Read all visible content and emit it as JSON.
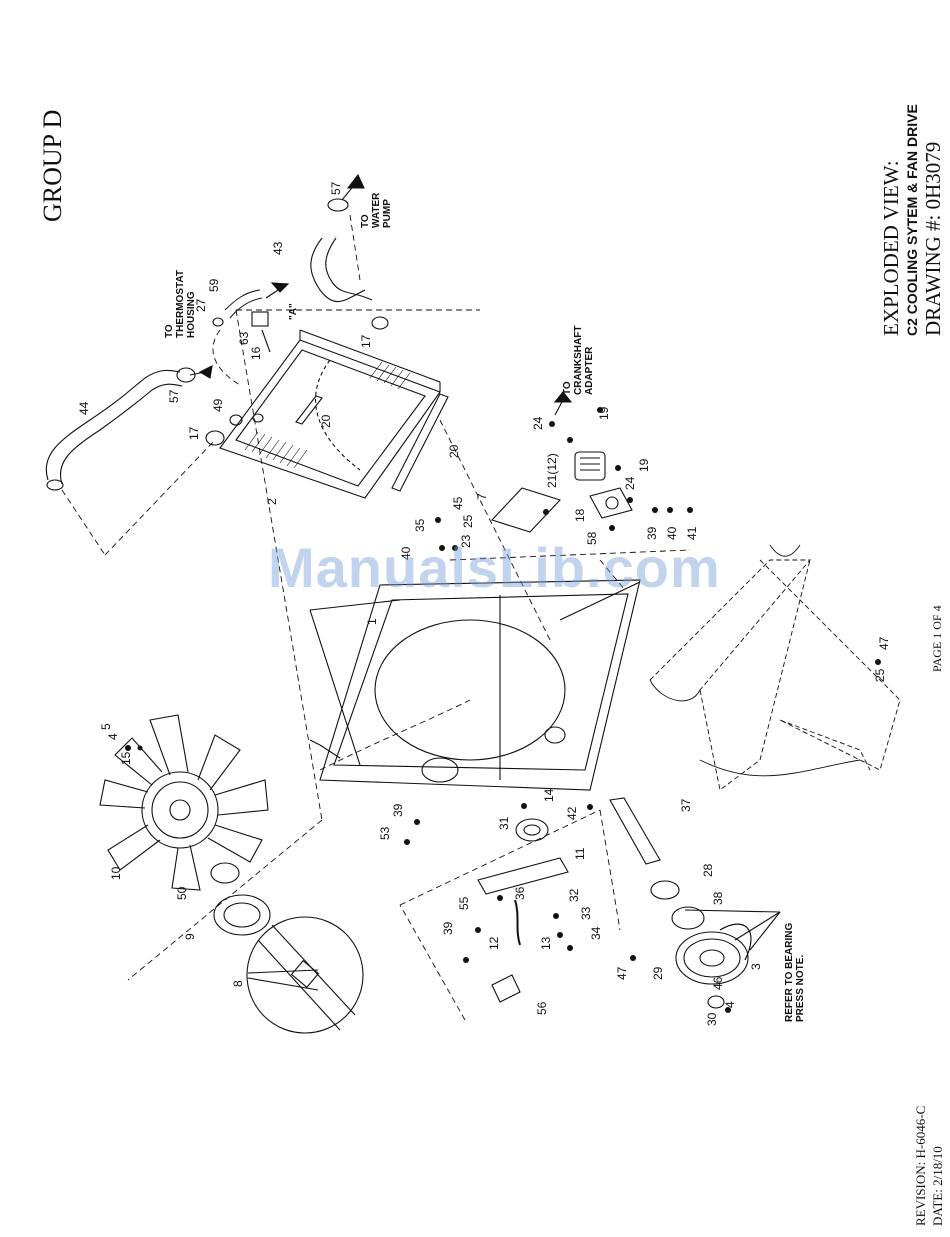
{
  "header": {
    "group": "GROUP D"
  },
  "title_block": {
    "line1": "EXPLODED VIEW:",
    "line2": "C2 COOLING SYTEM & FAN DRIVE",
    "line3": "DRAWING #: 0H3079"
  },
  "footer": {
    "page": "PAGE 1 OF 4",
    "revision": "REVISION: H-6046-C",
    "date": "DATE: 2/18/10"
  },
  "watermark": "ManualsLib.com",
  "callouts": {
    "to_water_pump": [
      "TO",
      "WATER",
      "PUMP"
    ],
    "to_thermostat": [
      "TO",
      "THERMOSTAT",
      "HOUSING"
    ],
    "to_crankshaft": [
      "TO",
      "CRANKSHAFT",
      "ADAPTER"
    ],
    "detail_a": "\"A\"",
    "bearing_note": [
      "REFER TO BEARING",
      "PRESS NOTE."
    ]
  },
  "part_numbers": [
    "57",
    "43",
    "59",
    "27",
    "63",
    "16",
    "17",
    "44",
    "57",
    "49",
    "17",
    "20",
    "20",
    "2",
    "24",
    "19",
    "21(12)",
    "19",
    "24",
    "18",
    "58",
    "39",
    "40",
    "41",
    "7",
    "45",
    "35",
    "25",
    "23",
    "40",
    "1",
    "25",
    "47",
    "5",
    "4",
    "15",
    "10",
    "50",
    "9",
    "8",
    "39",
    "53",
    "31",
    "14",
    "42",
    "11",
    "36",
    "32",
    "55",
    "39",
    "12",
    "13",
    "33",
    "34",
    "37",
    "28",
    "38",
    "3",
    "29",
    "47",
    "46",
    "4",
    "30",
    "56"
  ]
}
